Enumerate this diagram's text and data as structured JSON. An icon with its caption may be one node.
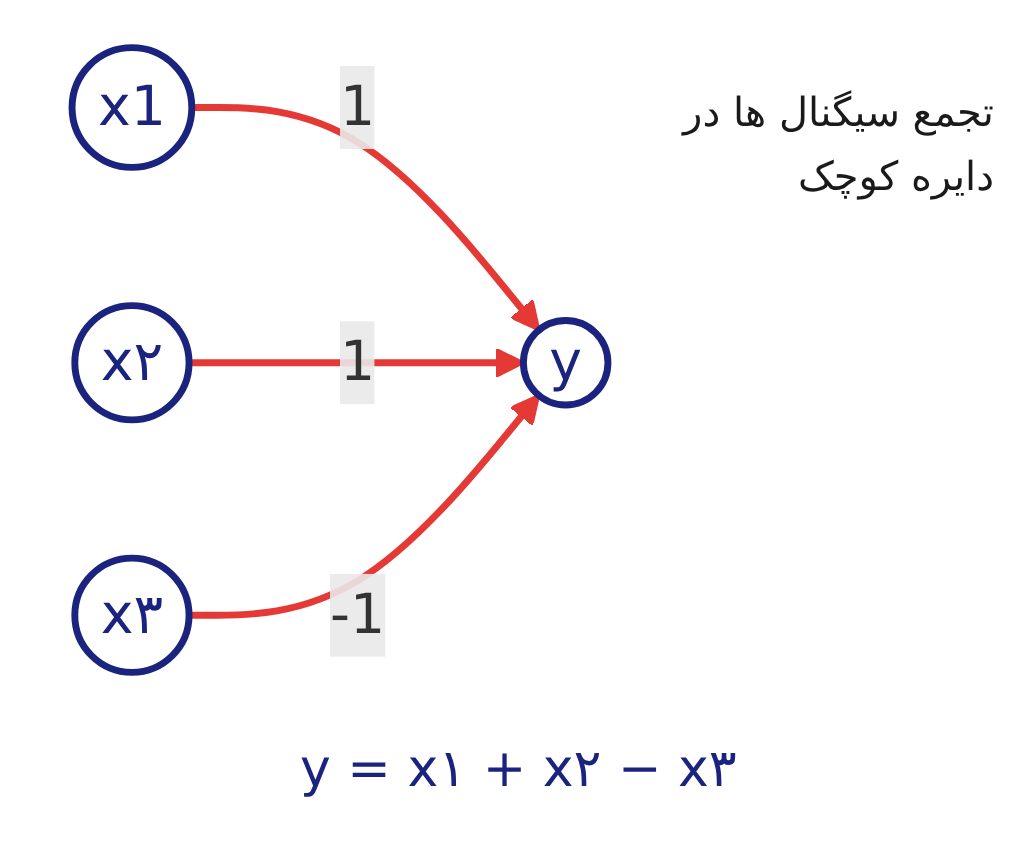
{
  "diagram": {
    "nodes": [
      {
        "text": [
          "x1"
        ]
      },
      {
        "text": [
          "x۲"
        ]
      },
      {
        "text": [
          "x۳"
        ]
      },
      {
        "text": [
          "y"
        ]
      }
    ],
    "edges": [
      {
        "from": 0,
        "to": 3,
        "arrow": "to",
        "label": "1"
      },
      {
        "from": 1,
        "to": 3,
        "arrow": "to",
        "label": "1"
      },
      {
        "from": 2,
        "to": 3,
        "arrow": "to",
        "label": "-1"
      }
    ],
    "labels": [
      "تجمع سیگنال ها در دایره کوچک",
      "y = x۱ + x۲ − x۳"
    ]
  }
}
